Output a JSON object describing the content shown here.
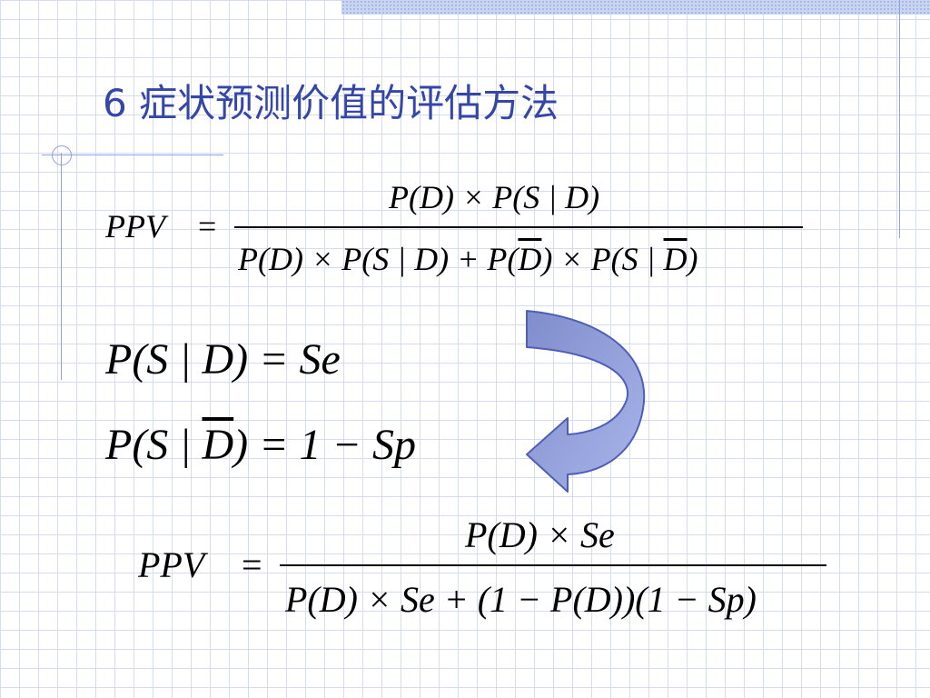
{
  "slide": {
    "title": "6  症状预测价值的评估方法"
  },
  "formula1": {
    "lhs": "PPV",
    "eq": "=",
    "numerator": "P(D) × P(S | D)",
    "denominator_part1": "P(D) × P(S | D) + P(",
    "denominator_dbar1": "D",
    "denominator_part2": ") × P(S | ",
    "denominator_dbar2": "D",
    "denominator_part3": ")"
  },
  "formula2": {
    "text": "P(S | D) = Se"
  },
  "formula3": {
    "part1": "P(S | ",
    "dbar": "D",
    "part2": ") = 1 − Sp"
  },
  "formula4": {
    "lhs": "PPV",
    "eq": "=",
    "numerator": "P(D) × Se",
    "denominator": "P(D) × Se + (1 − P(D))(1 − Sp)"
  },
  "colors": {
    "title": "#3446a8",
    "arrow_fill": "#8c9ad8",
    "arrow_stroke": "#4f5fb4",
    "grid": "#d6dcf0"
  },
  "icons": {
    "arrow": "curved-down-left-arrow-icon"
  }
}
